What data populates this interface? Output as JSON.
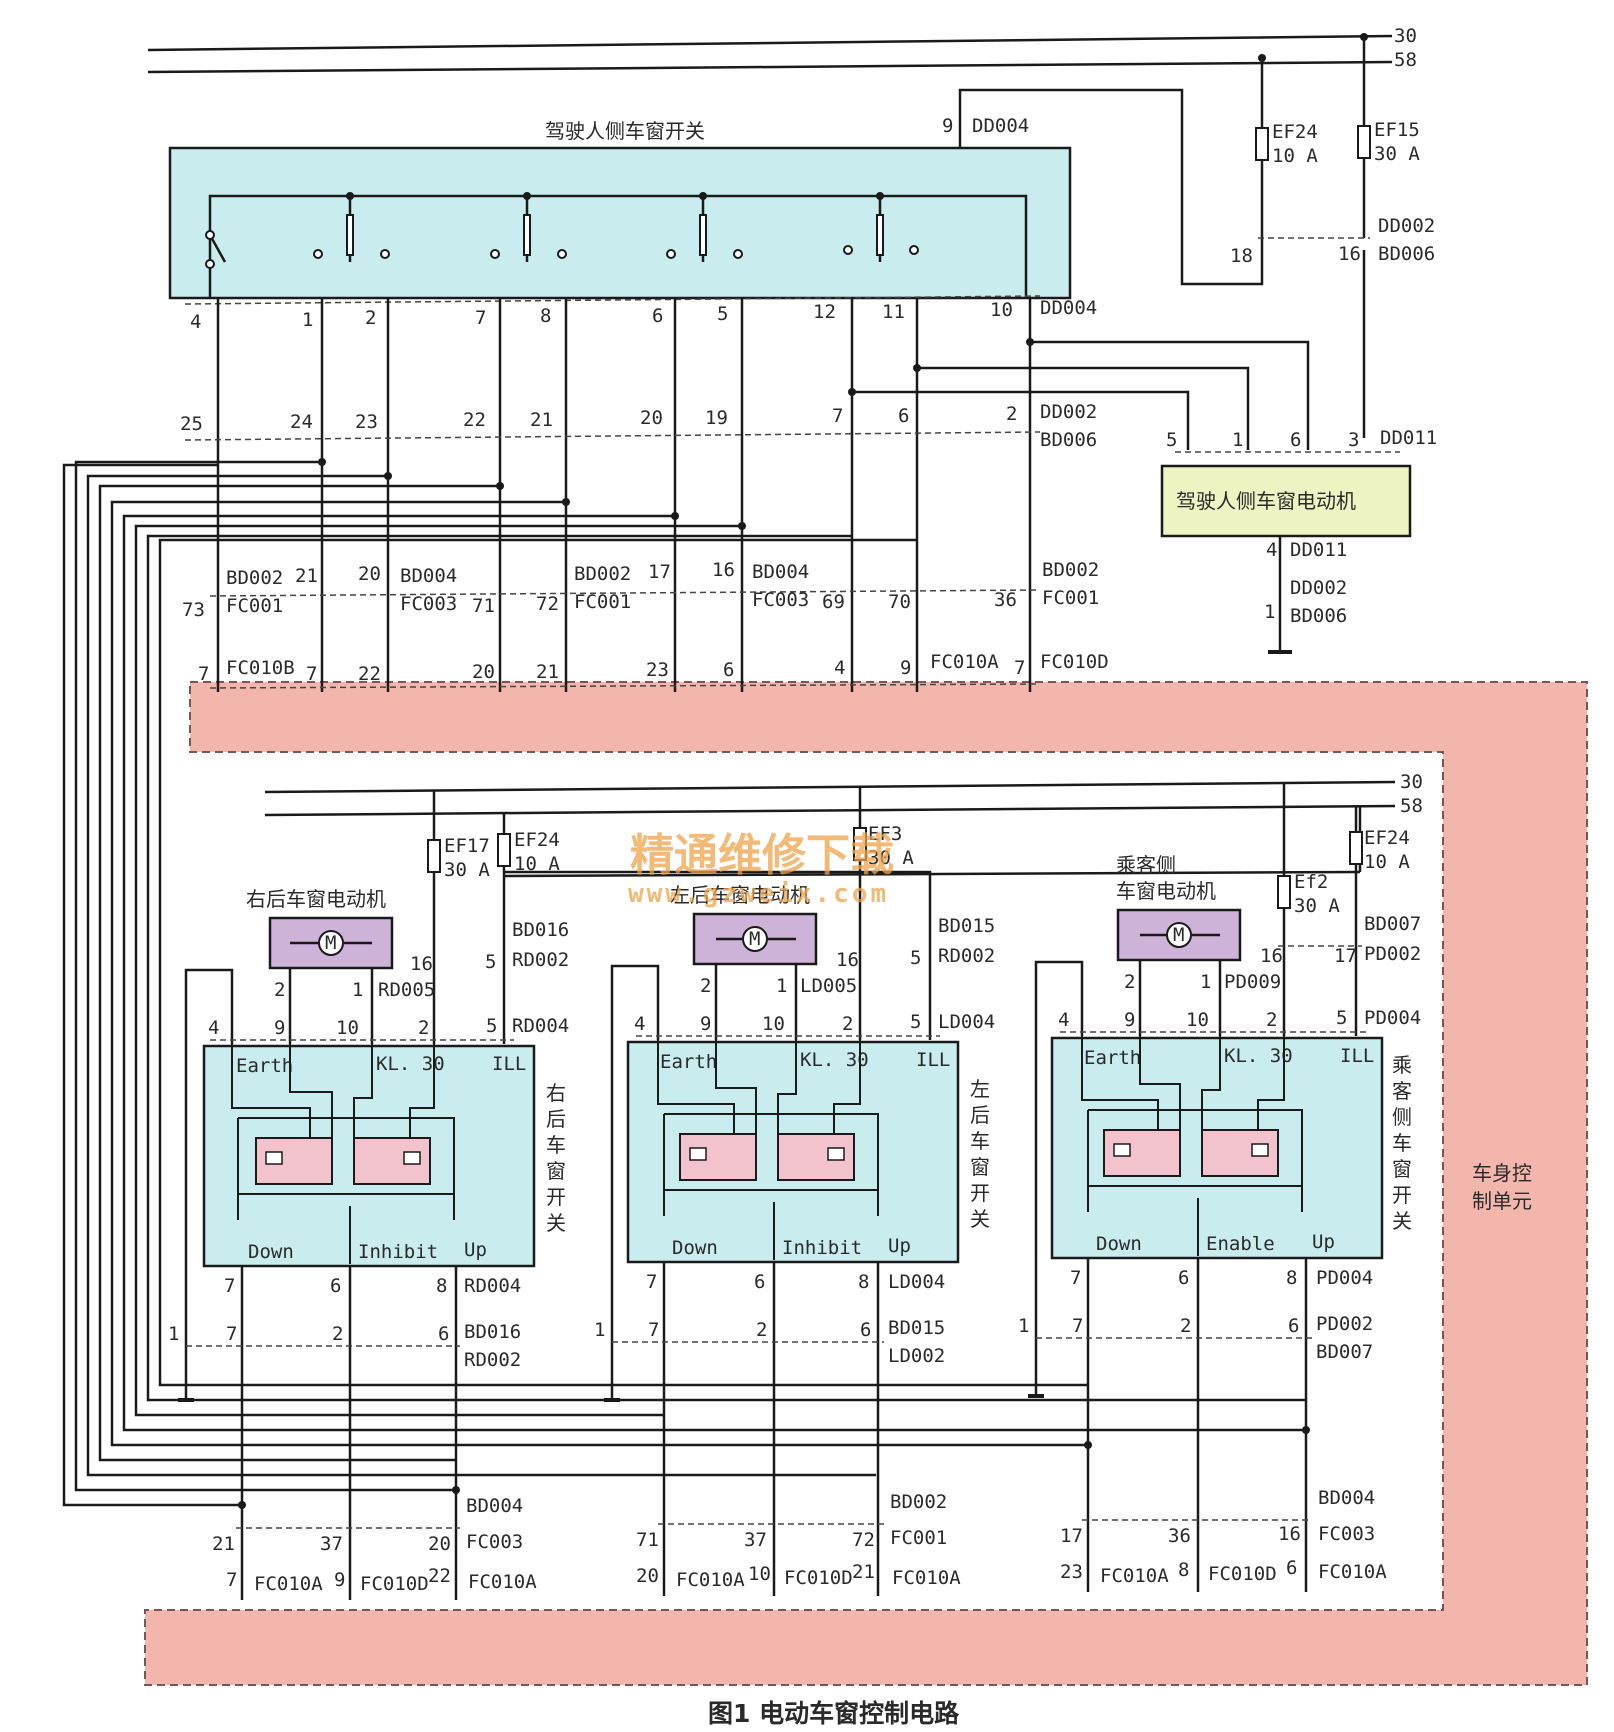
{
  "colors": {
    "wire": "#1a1a1a",
    "switch_box": "#c9ecee",
    "motor_driver": "#eef3c2",
    "motor_box": "#cdb3d8",
    "relay": "#f2c3cc",
    "bcm_band": "#f3b6ad",
    "watermark": "#f0a24a"
  },
  "rails": {
    "r30": "30",
    "r58": "58"
  },
  "driver_switch": {
    "title": "驾驶人侧车窗开关"
  },
  "driver_motor": {
    "title": "驾驶人侧车窗电动机"
  },
  "bcm": {
    "label_line1": "车身控",
    "label_line2": "制单元"
  },
  "caption": "图1    电动车窗控制电路",
  "watermark": {
    "line1": "精通维修下载",
    "line2": "www.gzweix.com"
  },
  "fuses": {
    "ef24_top": "EF24",
    "ef24_top_rating": "10 A",
    "ef15": "EF15",
    "ef15_rating": "30 A",
    "ef17": "EF17",
    "ef17_rating": "30 A",
    "ef24_rr": "EF24",
    "ef24_rr_rating": "10 A",
    "ef3": "EF3",
    "ef3_rating": "30 A",
    "ef2": "Ef2",
    "ef2_rating": "30 A",
    "ef24_p": "EF24",
    "ef24_p_rating": "10 A"
  },
  "modules": {
    "rr": {
      "motor": "右后车窗电动机",
      "switch": [
        "右",
        "后",
        "车",
        "窗",
        "开",
        "关"
      ],
      "middle": "Inhibit"
    },
    "lr": {
      "motor": "左后车窗电动机",
      "switch": [
        "左",
        "后",
        "车",
        "窗",
        "开",
        "关"
      ],
      "middle": "Inhibit"
    },
    "pa": {
      "motor_line1": "乘客侧",
      "motor_line2": "车窗电动机",
      "switch": [
        "乘",
        "客",
        "侧",
        "车",
        "窗",
        "开",
        "关"
      ],
      "middle": "Enable"
    },
    "labels": {
      "earth": "Earth",
      "kl30": "KL. 30",
      "ill": "ILL",
      "down": "Down",
      "up": "Up",
      "motor": "M"
    }
  },
  "connectors": {
    "dd004": "DD004",
    "dd002": "DD002",
    "bd006": "BD006",
    "dd011": "DD011",
    "bd002": "BD002",
    "bd004": "BD004",
    "fc001": "FC001",
    "fc003": "FC003",
    "fc010a": "FC010A",
    "fc010b": "FC010B",
    "fc010d": "FC010D",
    "bd016": "BD016",
    "rd002": "RD002",
    "rd004": "RD004",
    "rd005": "RD005",
    "bd015": "BD015",
    "ld002": "LD002",
    "ld004": "LD004",
    "ld005": "LD005",
    "bd007": "BD007",
    "pd002": "PD002",
    "pd004": "PD004",
    "pd009": "PD009"
  },
  "pins": {
    "sw": [
      "4",
      "1",
      "2",
      "7",
      "8",
      "6",
      "5",
      "12",
      "11",
      "10"
    ],
    "mid": [
      "25",
      "24",
      "23",
      "22",
      "21",
      "20",
      "19",
      "7",
      "6",
      "2"
    ],
    "fcrow": [
      "73",
      "21",
      "20",
      "71",
      "72",
      "17",
      "16",
      "69",
      "70",
      "36"
    ],
    "bot": [
      "7",
      "7",
      "22",
      "20",
      "21",
      "23",
      "6",
      "4",
      "9",
      "7"
    ],
    "top9": "9",
    "p18": "18",
    "p16": "16",
    "motor_in": [
      "5",
      "1",
      "6",
      "3"
    ],
    "motor_out": "4",
    "motor_gnd": "1",
    "ps_rail": [
      "16",
      "5",
      "2",
      "5"
    ],
    "ps_box": [
      "4",
      "9",
      "10",
      "2",
      "5"
    ],
    "ps_motor": [
      "2",
      "1"
    ],
    "ps_out": [
      "7",
      "6",
      "8"
    ],
    "ps_out2": [
      "1",
      "7",
      "2",
      "6"
    ],
    "rr_bcm": [
      "21",
      "37",
      "20"
    ],
    "rr_bcm2": [
      "7",
      "9",
      "22"
    ],
    "lr_bcm": [
      "71",
      "37",
      "72"
    ],
    "lr_bcm2": [
      "20",
      "10",
      "21"
    ],
    "pa_bcm": [
      "17",
      "36",
      "16"
    ],
    "pa_bcm2": [
      "23",
      "8",
      "6"
    ],
    "pa_rail": [
      "16",
      "17",
      "2",
      "5"
    ]
  }
}
